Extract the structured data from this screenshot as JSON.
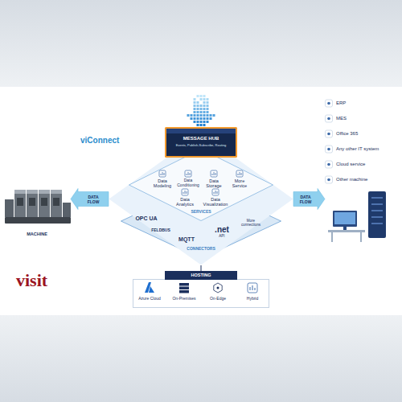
{
  "diagram": {
    "nodes": [
      {
        "text": [
          "MACHINE"
        ]
      },
      {
        "text": [
          "viConnect"
        ]
      },
      {
        "text": [
          "MESSAGE HUB",
          "Events, Publish-Subscribe, Routing"
        ],
        "in": 1
      },
      {
        "text": [
          "Data Modeling",
          "Data Conditioning",
          "Data Storage",
          "More Service",
          "Data Analytics",
          "Data Visualization",
          "SERVICES"
        ],
        "in": 1
      },
      {
        "text": [
          "OPC UA",
          "FELDBUS",
          "MQTT",
          ".net",
          "API",
          "More connections",
          "CONNECTORS"
        ],
        "in": 1
      },
      {
        "text": [
          "ERP",
          "MES",
          "Office 365",
          "Any other IT system",
          "Cloud service",
          "Other machine"
        ]
      },
      {
        "text": [
          "HOSTING",
          "Azure Cloud",
          "On-Premises",
          "On-Edge",
          "Hybrid"
        ]
      }
    ],
    "edges": [
      {
        "from": 1,
        "to": 0,
        "label": "DATA FLOW",
        "arrow": "to"
      },
      {
        "from": 1,
        "to": 5,
        "label": "DATA FLOW",
        "arrow": "to"
      },
      {
        "from": 1,
        "to": 6,
        "arrow": "none"
      }
    ],
    "labels": [
      "visit"
    ]
  }
}
